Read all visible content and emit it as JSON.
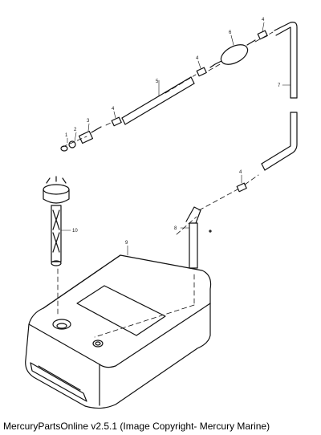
{
  "caption": "MercuryPartsOnline v2.5.1 (Image Copyright- Mercury Marine)",
  "callouts": {
    "c1": "1",
    "c2": "2",
    "c3": "3",
    "c4a": "4",
    "c4b": "4",
    "c4c": "4",
    "c4d": "4",
    "c5": "5",
    "c6": "6",
    "c7": "7",
    "c8": "8",
    "c9": "9",
    "c10": "10"
  }
}
